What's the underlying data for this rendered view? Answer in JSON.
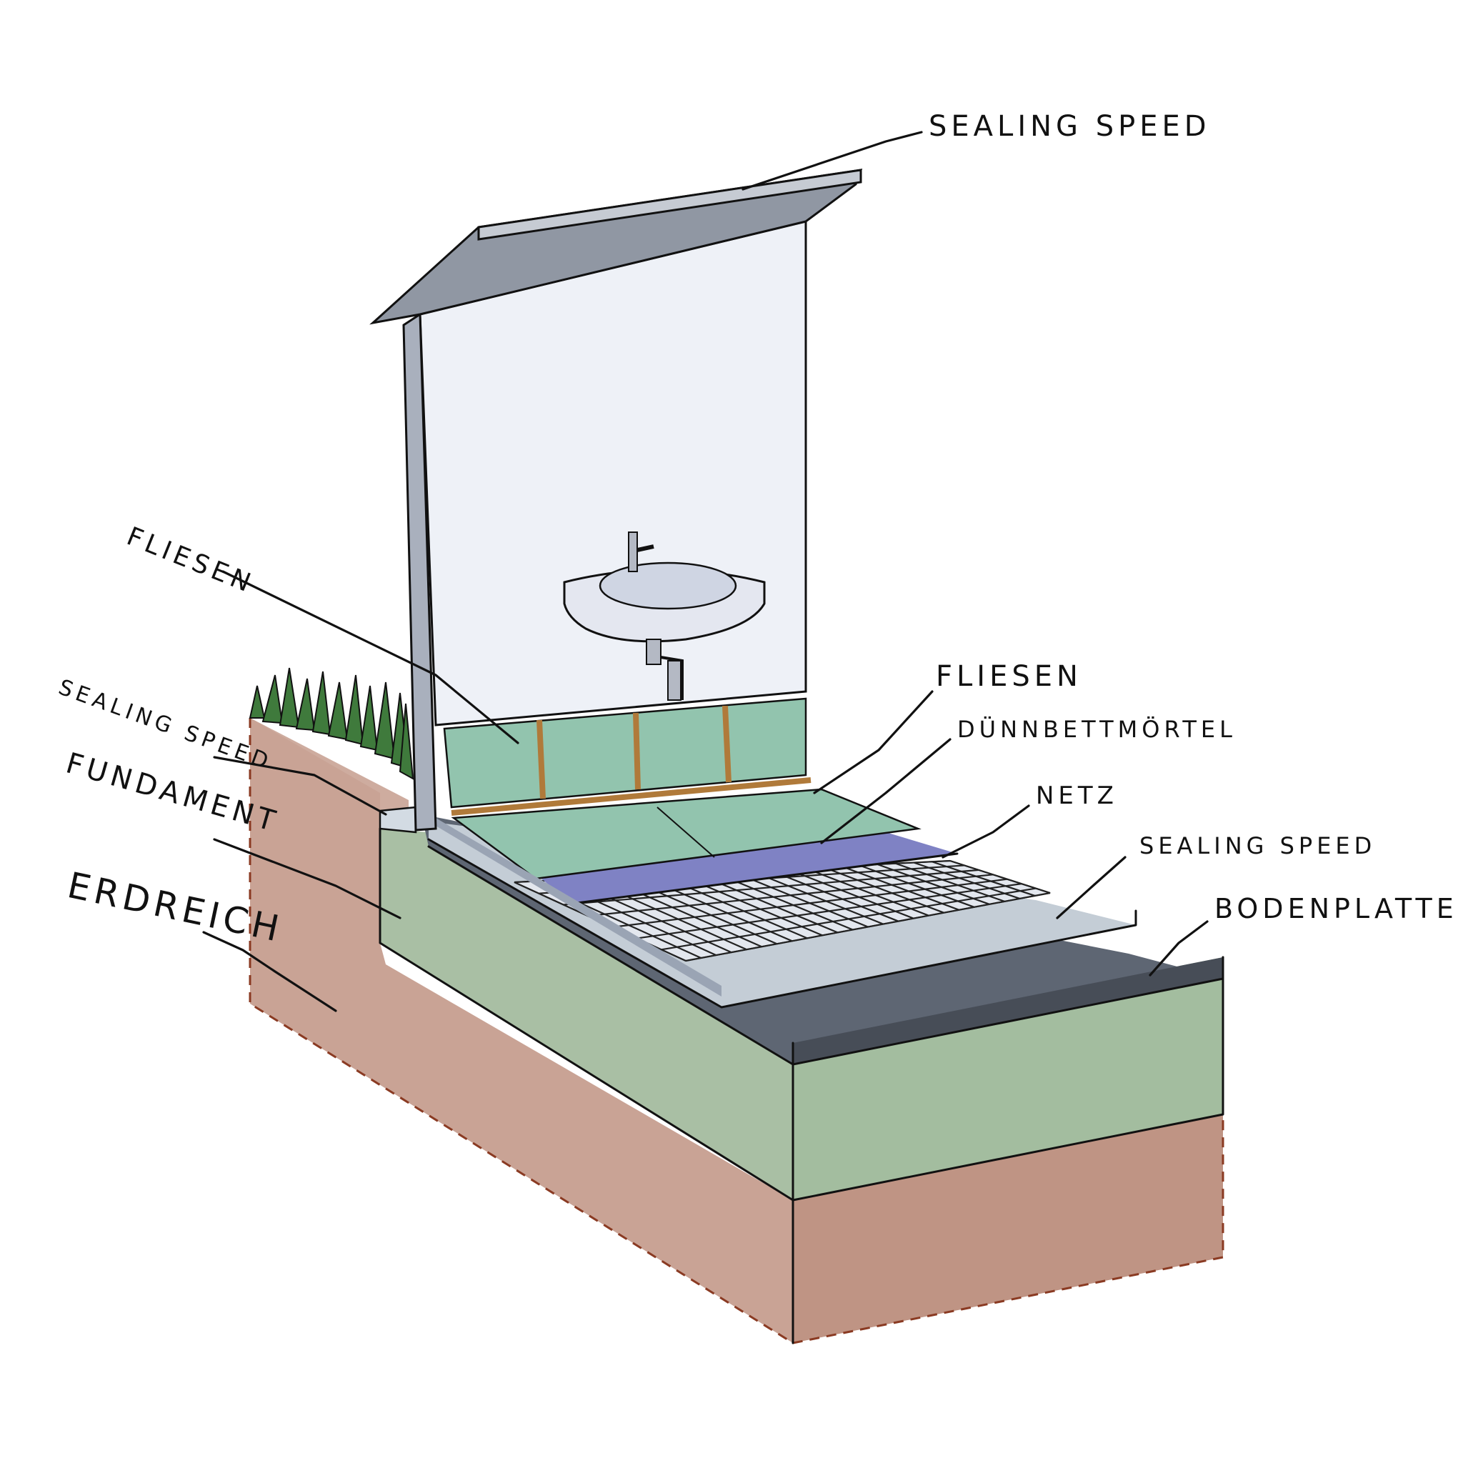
{
  "labels": {
    "sealing_top": "SEALING SPEED",
    "fliesen_wall": "FLIESEN",
    "sealing_left": "SEALING SPEED",
    "fundament": "FUNDAMENT",
    "erdreich": "ERDREICH",
    "fliesen_floor": "FLIESEN",
    "duennbett": "DÜNNBETTMÖRTEL",
    "netz": "NETZ",
    "sealing_right": "SEALING SPEED",
    "bodenplatte": "BODENPLATTE"
  },
  "colors": {
    "soil": "#c9a395",
    "foundation": "#a9bfa4",
    "slab": "#5e6673",
    "sealing": "#c4cdd6",
    "mortar": "#7f82c4",
    "tile": "#92c4ae",
    "wall": "#eef1f7",
    "grass": "#3f7a3c",
    "grout": "#b07a3a"
  }
}
